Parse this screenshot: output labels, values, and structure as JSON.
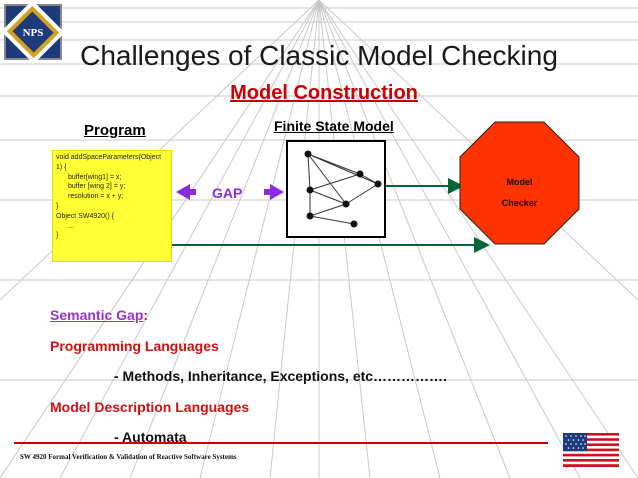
{
  "slide": {
    "title": "Challenges of Classic Model Checking",
    "subtitle": "Model Construction",
    "program_label": "Program",
    "fsm_label": "Finite State Model",
    "code_lines": [
      "void addSpaceParameters(Object",
      "1) {",
      "buffer[wing1] = x;",
      "buffer [wing 2] = y;",
      "resolution = x + y;",
      "}",
      "Object SW4920() {",
      "…",
      "}"
    ],
    "gap_label": "GAP",
    "model_checker": {
      "line1": "Model",
      "line2": "Checker"
    },
    "bullets": {
      "semantic_gap": "Semantic Gap",
      "colon": ":",
      "programming_languages": "Programming Languages",
      "methods": "- Methods, Inheritance, Exceptions, etc…………….",
      "model_description_languages": "Model Description Languages",
      "automata": "- Automata"
    },
    "footer": "SW 4920 Formal Verification & Validation of Reactive Software Systems",
    "logo_text": "NPS"
  },
  "colors": {
    "accent_red": "#cc1111",
    "purple": "#8a2be2",
    "code_bg": "#ffff33",
    "octagon": "#ff3300",
    "arrow_green": "#006633"
  },
  "icons": [
    "nps-logo-icon",
    "us-flag-icon",
    "octagon-icon",
    "double-arrow-icon",
    "arrow-icon"
  ]
}
